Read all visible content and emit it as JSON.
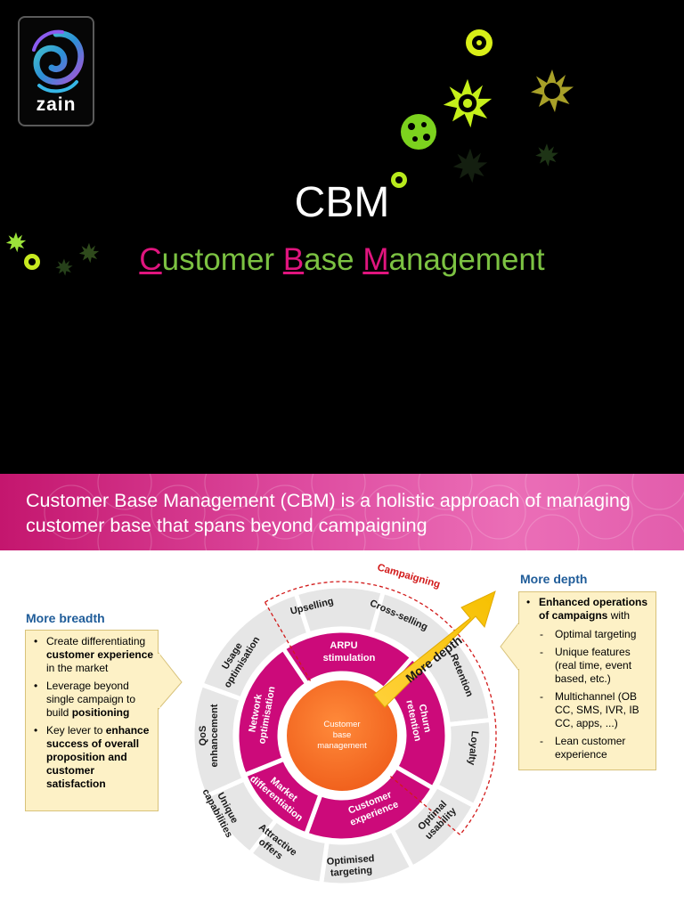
{
  "slide1": {
    "logo_text": "zain",
    "title": "CBM",
    "subtitle_c": "C",
    "subtitle_ustomer": "ustomer ",
    "subtitle_b": "B",
    "subtitle_ase": "ase ",
    "subtitle_m": "M",
    "subtitle_anagement": "anagement"
  },
  "band": {
    "text": "Customer Base Management (CBM) is a holistic approach of managing customer base that spans beyond campaigning"
  },
  "breadth": {
    "heading": "More breadth",
    "b1_pre": "Create differentiating ",
    "b1_bold": "customer experience",
    "b1_post": " in the market",
    "b2_pre": "Leverage beyond single campaign to build ",
    "b2_bold": "positioning",
    "b3_pre": "Key lever to ",
    "b3_bold": "enhance success of overall proposition and customer satisfaction"
  },
  "depth": {
    "heading": "More depth",
    "lead_bold": "Enhanced operations of campaigns",
    "lead_post": " with",
    "items": [
      "Optimal targeting",
      "Unique features (real time, event based, etc.)",
      "Multichannel (OB CC, SMS, IVR, IB CC, apps, ...)",
      "Lean customer experience"
    ]
  },
  "diagram": {
    "center_line1": "Customer",
    "center_line2": "base",
    "center_line3": "management",
    "campaigning_label": "Campaigning",
    "arrow_label": "More depth",
    "inner": {
      "arpu_1": "ARPU",
      "arpu_2": "stimulation",
      "churn_1": "Churn",
      "churn_2": "retention",
      "cx_1": "Customer",
      "cx_2": "experience",
      "market_1": "Market",
      "market_2": "differentiation",
      "network_1": "Network",
      "network_2": "optimisation"
    },
    "outer": {
      "upselling": "Upselling",
      "cross_selling": "Cross-selling",
      "retention": "Retention",
      "loyalty": "Loyalty",
      "optimal_1": "Optimal",
      "optimal_2": "usability",
      "targeting_1": "Optimised",
      "targeting_2": "targeting",
      "attractive_1": "Attractive",
      "attractive_2": "offers",
      "unique_1": "Unique",
      "unique_2": "capabilities",
      "qos_1": "QoS",
      "qos_2": "enhancement",
      "usage_1": "Usage",
      "usage_2": "optimisation"
    }
  },
  "colors": {
    "magenta": "#cc0a7a",
    "green": "#7cc242",
    "orange": "#f26522",
    "heading_blue": "#1f5c99",
    "note_fill": "#fdf1c6"
  }
}
